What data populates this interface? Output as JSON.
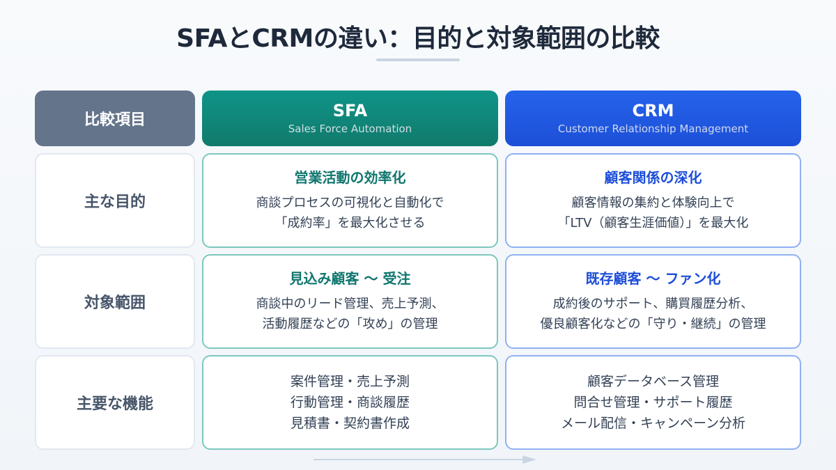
{
  "title": "SFAとCRMの違い：目的と対象範囲の比較",
  "header": {
    "label": "比較項目",
    "sfa": {
      "title": "SFA",
      "subtitle": "Sales Force Automation"
    },
    "crm": {
      "title": "CRM",
      "subtitle": "Customer Relationship Management"
    }
  },
  "rows": [
    {
      "label": "主な目的",
      "sfa": {
        "head": "営業活動の効率化",
        "lines": [
          "商談プロセスの可視化と自動化で",
          "「成約率」を最大化させる"
        ]
      },
      "crm": {
        "head": "顧客関係の深化",
        "lines": [
          "顧客情報の集約と体験向上で",
          "「LTV（顧客生涯価値）」を最大化"
        ]
      }
    },
    {
      "label": "対象範囲",
      "sfa": {
        "head": "見込み顧客 〜 受注",
        "lines": [
          "商談中のリード管理、売上予測、",
          "活動履歴などの「攻め」の管理"
        ]
      },
      "crm": {
        "head": "既存顧客 〜 ファン化",
        "lines": [
          "成約後のサポート、購買履歴分析、",
          "優良顧客化などの「守り・継続」の管理"
        ]
      }
    },
    {
      "label": "主要な機能",
      "sfa": {
        "lines": [
          "案件管理・売上予測",
          "行動管理・商談履歴",
          "見積書・契約書作成"
        ]
      },
      "crm": {
        "lines": [
          "顧客データベース管理",
          "問合せ管理・サポート履歴",
          "メール配信・キャンペーン分析"
        ]
      }
    }
  ],
  "colors": {
    "sfa_accent": "#0f766e",
    "crm_accent": "#1d4ed8",
    "label_header": "#64748b",
    "arrow": "#cbd5e1"
  },
  "icons": {
    "flow": "arrow-right-icon"
  }
}
